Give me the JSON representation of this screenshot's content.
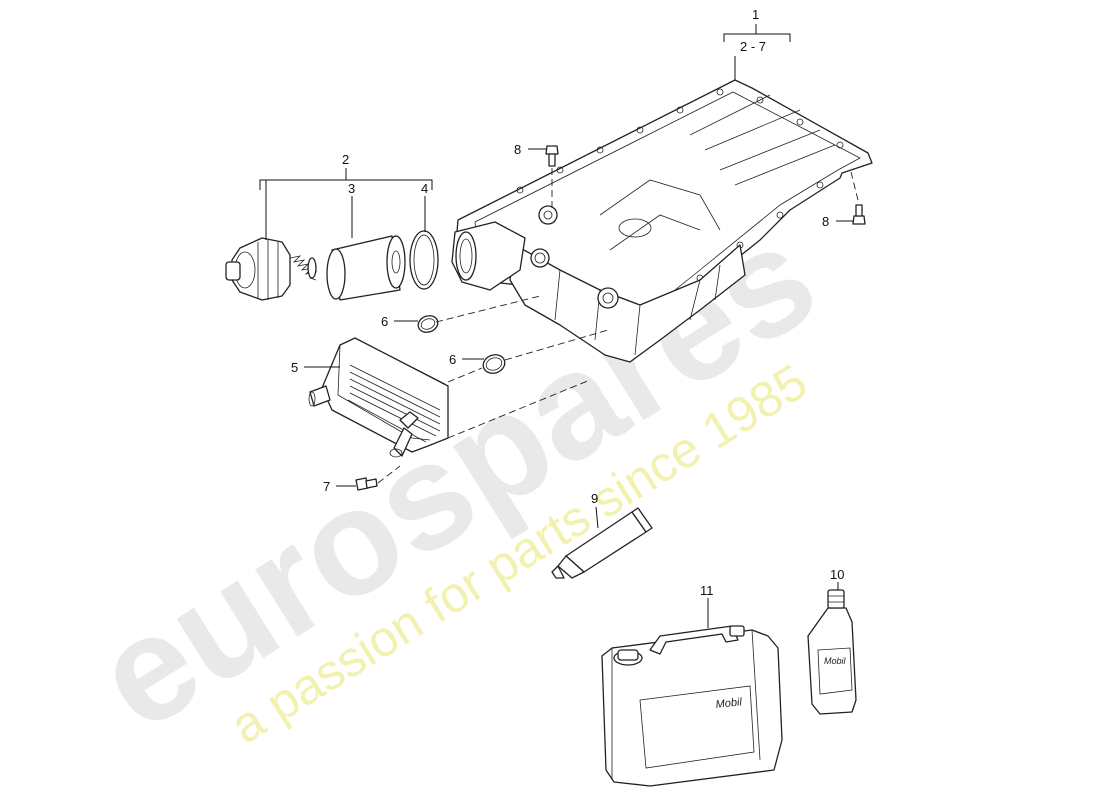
{
  "watermark": {
    "brand": "eurospares",
    "tagline": "a passion for parts since 1985",
    "brand_color": "#e8e8e8",
    "tagline_color": "#f2f0a6"
  },
  "callouts": {
    "c1": "1",
    "c1_range": "2 - 7",
    "c2": "2",
    "c3": "3",
    "c4": "4",
    "c5": "5",
    "c6a": "6",
    "c6b": "6",
    "c7": "7",
    "c8a": "8",
    "c8b": "8",
    "c9": "9",
    "c10": "10",
    "c11": "11"
  },
  "product_text": {
    "bottle_brand": "Mobil",
    "canister_brand": "Mobil"
  },
  "icons": {
    "oil_pan": "oil-pan-icon",
    "filter_housing": "filter-housing-icon",
    "filter_element": "filter-element-icon",
    "o_ring": "o-ring-icon",
    "oil_cooler": "oil-cooler-icon",
    "bolt": "bolt-icon",
    "sealant_tube": "sealant-tube-icon",
    "oil_bottle": "oil-bottle-icon",
    "oil_canister": "oil-canister-icon"
  }
}
